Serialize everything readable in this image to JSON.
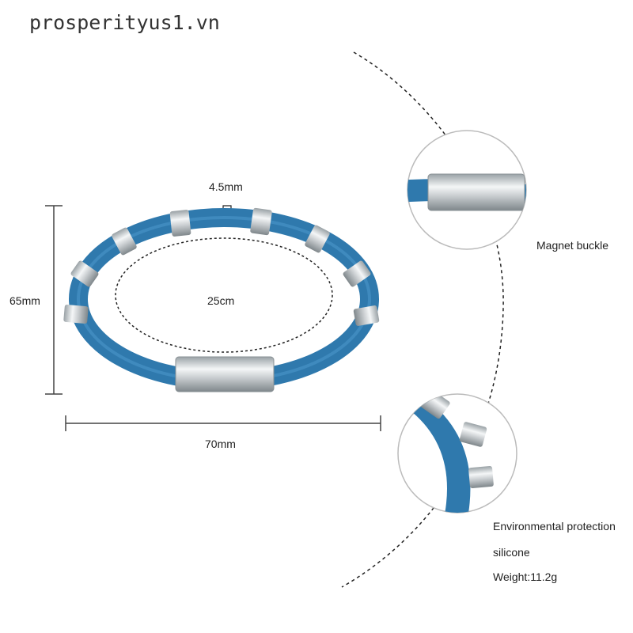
{
  "watermark": "prosperityus1.vn",
  "dimensions": {
    "thickness": "4.5mm",
    "height": "65mm",
    "circumference": "25cm",
    "width": "70mm"
  },
  "callouts": {
    "buckle": "Magnet buckle",
    "material_line1": "Environmental protection",
    "material_line2": "silicone",
    "weight": "Weight:11.2g"
  },
  "colors": {
    "band": "#2f79ad",
    "metal": "#d8dcde",
    "dash": "#222222"
  }
}
